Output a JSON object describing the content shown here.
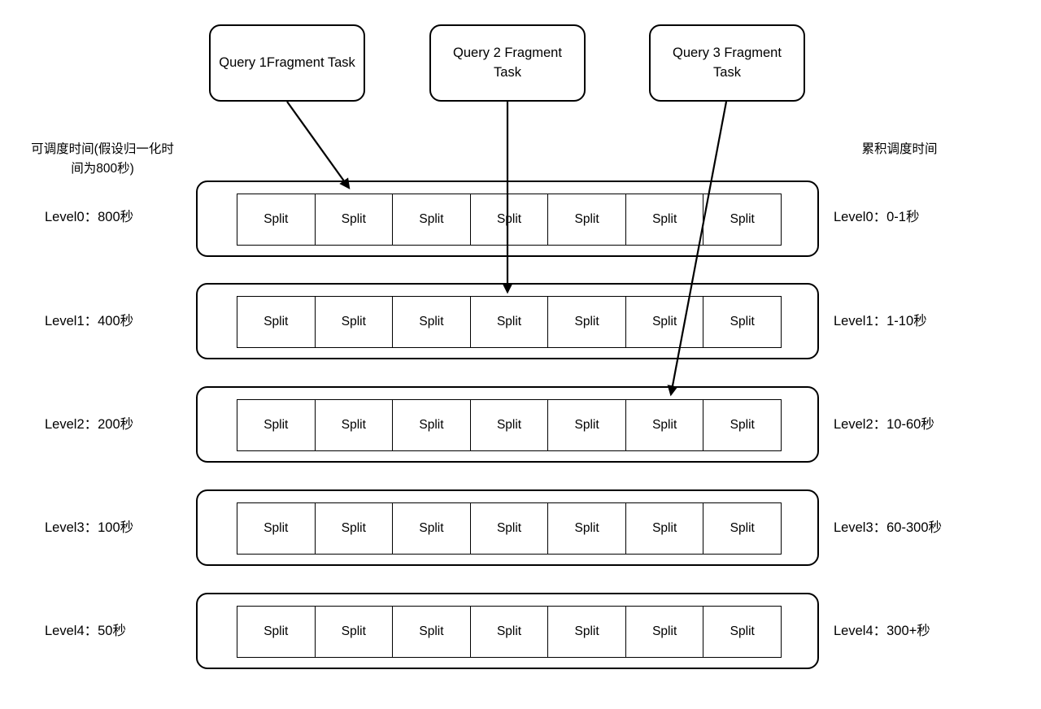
{
  "diagram": {
    "title": "Multi-level Split Scheduling Queues",
    "background_color": "#ffffff",
    "stroke_color": "#000000"
  },
  "query_tasks": [
    {
      "id": "query-1",
      "label": "Query 1Fragment Task"
    },
    {
      "id": "query-2",
      "label": "Query 2 Fragment Task"
    },
    {
      "id": "query-3",
      "label": "Query 3 Fragment Task"
    }
  ],
  "left_header": "可调度时间(假设归一化时间为800秒)",
  "right_header": "累积调度时间",
  "levels": [
    {
      "name": "Level0",
      "left_label": "Level0：800秒",
      "right_label": "Level0：0-1秒",
      "splits": [
        "Split",
        "Split",
        "Split",
        "Split",
        "Split",
        "Split",
        "Split"
      ]
    },
    {
      "name": "Level1",
      "left_label": "Level1：400秒",
      "right_label": "Level1：1-10秒",
      "splits": [
        "Split",
        "Split",
        "Split",
        "Split",
        "Split",
        "Split",
        "Split"
      ]
    },
    {
      "name": "Level2",
      "left_label": "Level2：200秒",
      "right_label": "Level2：10-60秒",
      "splits": [
        "Split",
        "Split",
        "Split",
        "Split",
        "Split",
        "Split",
        "Split"
      ]
    },
    {
      "name": "Level3",
      "left_label": "Level3：100秒",
      "right_label": "Level3：60-300秒",
      "splits": [
        "Split",
        "Split",
        "Split",
        "Split",
        "Split",
        "Split",
        "Split"
      ]
    },
    {
      "name": "Level4",
      "left_label": "Level4：50秒",
      "right_label": "Level4：300+秒",
      "splits": [
        "Split",
        "Split",
        "Split",
        "Split",
        "Split",
        "Split",
        "Split"
      ]
    }
  ],
  "arrows": [
    {
      "id": "arrow-query1-to-level0",
      "from": "query-1",
      "to": "Level0"
    },
    {
      "id": "arrow-query2-to-level1",
      "from": "query-2",
      "to": "Level1"
    },
    {
      "id": "arrow-query3-to-level2",
      "from": "query-3",
      "to": "Level2"
    }
  ]
}
